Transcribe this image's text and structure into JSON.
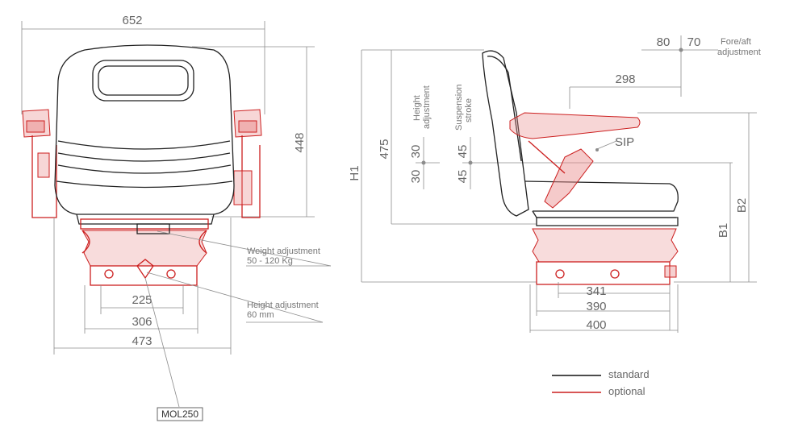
{
  "colors": {
    "standard": "#111111",
    "optional": "#cc1f1f",
    "dimension": "#8c8c8c"
  },
  "front": {
    "width_total": "652",
    "height_back": "448",
    "width_473": "473",
    "width_306": "306",
    "width_225": "225",
    "weight_adj_title": "Weight adjustment",
    "weight_adj_range": "50 - 120 Kg",
    "height_adj_title": "Height adjustment",
    "height_adj_range": "60 mm",
    "model": "MOL250"
  },
  "side": {
    "fore_aft_a": "80",
    "fore_aft_b": "70",
    "fore_aft_label_1": "Fore/aft",
    "fore_aft_label_2": "adjustment",
    "dim_298": "298",
    "sip": "SIP",
    "height_adj_1": "Height",
    "height_adj_2": "adjustment",
    "susp_1": "Suspension",
    "susp_2": "stroke",
    "h1": "H1",
    "v475": "475",
    "ha_up": "30",
    "ha_down": "30",
    "ss_up": "45",
    "ss_down": "45",
    "b1": "B1",
    "b2": "B2",
    "dim_341": "341",
    "dim_390": "390",
    "dim_400": "400"
  },
  "legend": {
    "standard": "standard",
    "optional": "optional"
  }
}
